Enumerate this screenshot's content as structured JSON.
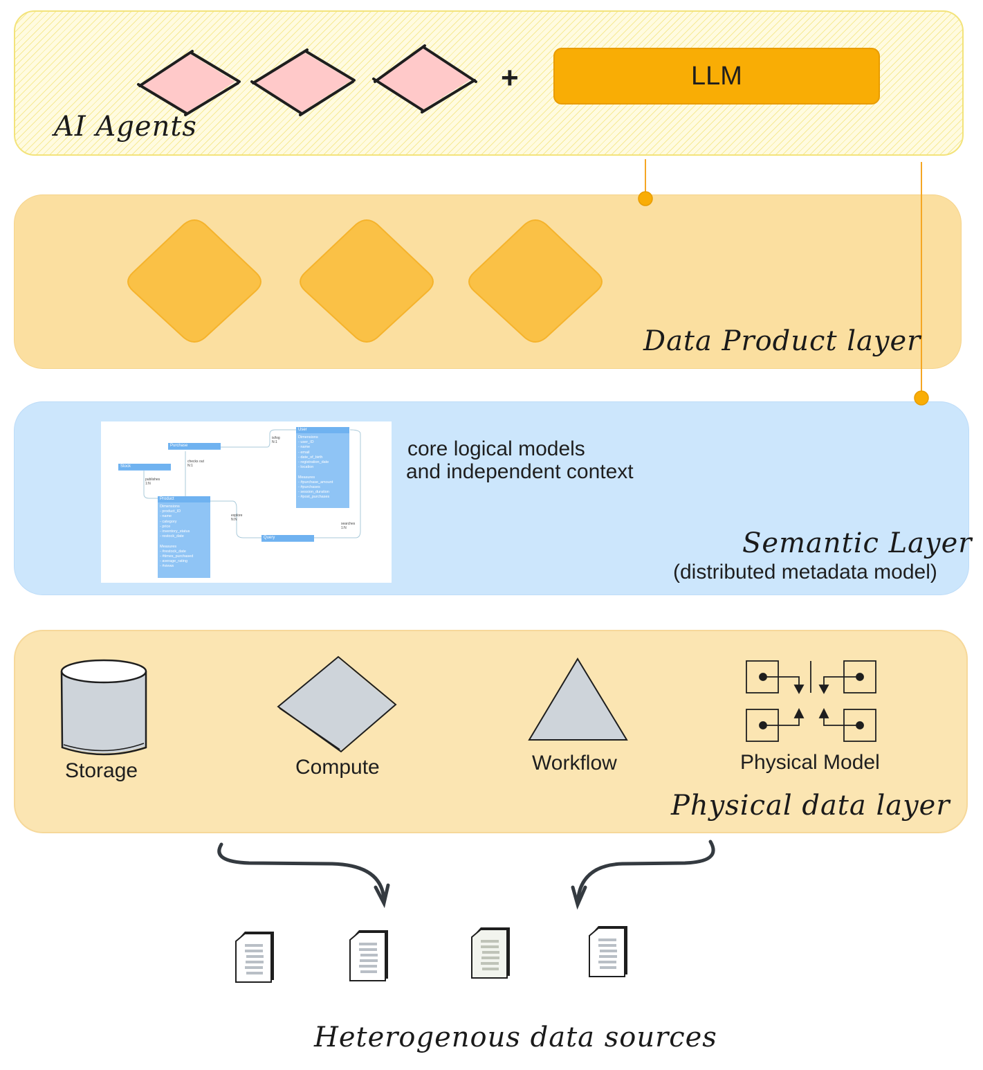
{
  "agents_layer": {
    "title": "AI Agents",
    "plus": "+",
    "llm_label": "LLM"
  },
  "data_product_layer": {
    "title": "Data Product layer"
  },
  "semantic_layer": {
    "title": "Semantic Layer",
    "subtitle": "(distributed metadata model)",
    "description_line1": "core logical models",
    "description_line2": "and independent context",
    "model_thumbnail": {
      "entities": {
        "user": {
          "name": "User",
          "fields": "Dimensions\n- user_ID\n- name\n- email\n- date_of_birth\n- registration_date\n- location\n\nMeasures\n- #purchase_amount\n- #purchases\n- session_duration\n- #post_purchases"
        },
        "purchase": {
          "name": "Purchase"
        },
        "stock": {
          "name": "Stock"
        },
        "product": {
          "name": "Product",
          "fields": "Dimensions\n- product_ID\n- name\n- category\n- price\n- inventory_status\n- restock_date\n\nMeasures\n- #restock_date\n- #times_purchased\n- average_rating\n- #views"
        },
        "query": {
          "name": "Query"
        }
      },
      "relations": {
        "user_purchase": "is/log\nN:1",
        "purchase_product": "checks out\nN:1",
        "stock_product": "publishes\n1:N",
        "product_query": "explore\nN:N",
        "query_user": "searches\n1:N"
      }
    }
  },
  "physical_layer": {
    "title": "Physical data layer",
    "items": {
      "storage": "Storage",
      "compute": "Compute",
      "workflow": "Workflow",
      "physical_model": "Physical Model"
    }
  },
  "sources": {
    "title": "Heterogenous data sources"
  },
  "colors": {
    "agent_diamond": "#ffc9c9",
    "llm": "#f9ad05",
    "data_product": "#fbdfa0",
    "data_product_diamond": "#fac146",
    "semantic": "#cce6fc",
    "physical": "#fbe5b2",
    "shape_gray": "#ced4da",
    "connector": "#f5a623"
  },
  "icons": {
    "agents": "hand-drawn-diamond-icon",
    "data_products": "rounded-diamond-icon",
    "storage": "cylinder-icon",
    "compute": "diamond-icon",
    "workflow": "triangle-icon",
    "physical_model": "bidirectional-link-icon",
    "sources": "document-icon"
  }
}
